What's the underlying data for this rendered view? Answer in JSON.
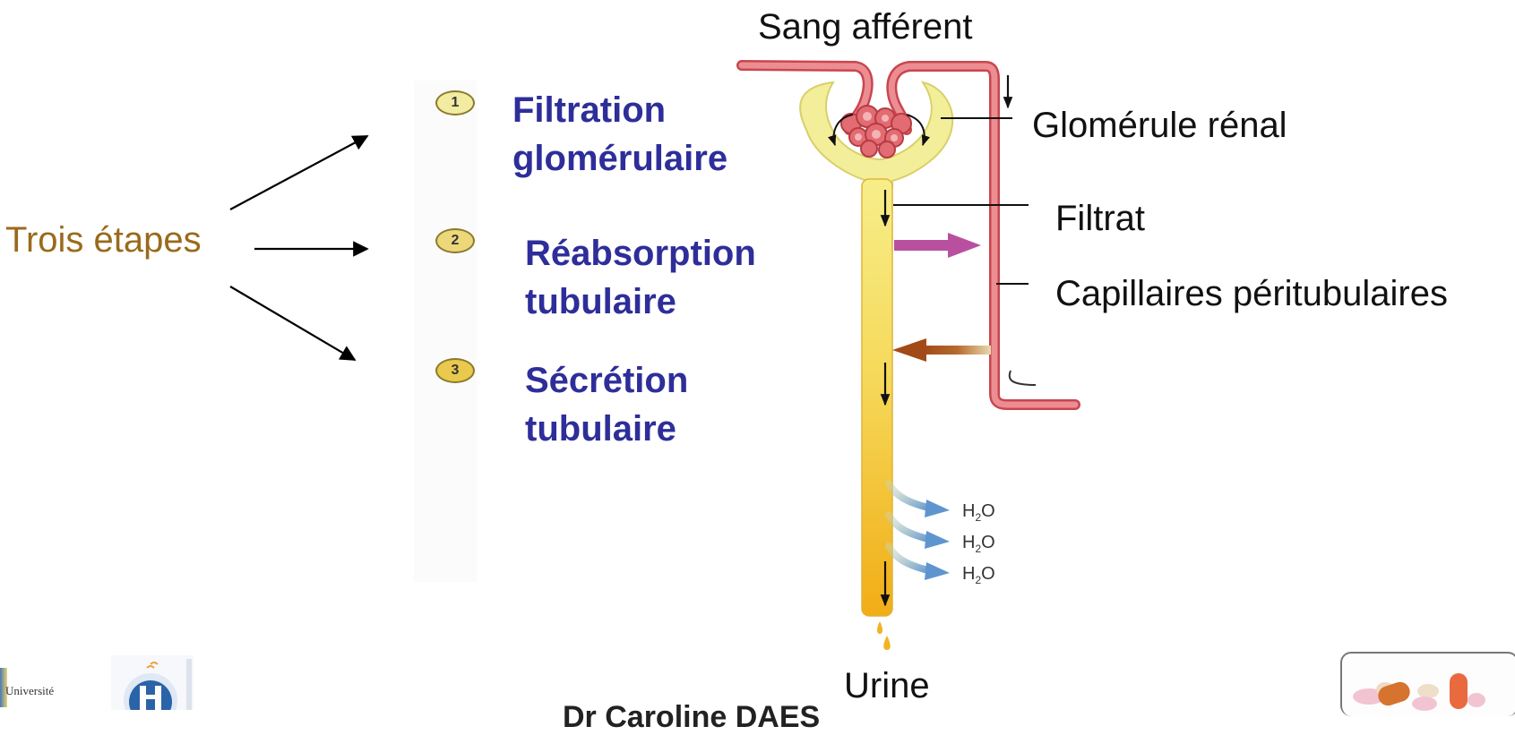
{
  "intro": {
    "text": "Trois étapes"
  },
  "steps": [
    {
      "number": "1",
      "line1": "Filtration",
      "line2": "glomérulaire",
      "badge_color": "#f1eca2"
    },
    {
      "number": "2",
      "line1": "Réabsorption",
      "line2": "tubulaire",
      "badge_color": "#ecd87a"
    },
    {
      "number": "3",
      "line1": "Sécrétion",
      "line2": "tubulaire",
      "badge_color": "#e9c94e"
    }
  ],
  "diagram": {
    "top_label": "Sang afférent",
    "labels": {
      "glomerule": "Glomérule rénal",
      "filtrat": "Filtrat",
      "capillaires": "Capillaires péritubulaires"
    },
    "water": [
      {
        "main": "H",
        "sub": "2",
        "end": "O"
      },
      {
        "main": "H",
        "sub": "2",
        "end": "O"
      },
      {
        "main": "H",
        "sub": "2",
        "end": "O"
      }
    ],
    "bottom_label": "Urine",
    "colors": {
      "vessel": "#e5737a",
      "vessel_edge": "#c9464f",
      "capsule": "#f3ee9a",
      "tubule_top": "#f7ea7a",
      "tubule_bottom": "#f3b31a",
      "reabsorption_arrow": "#b9509f",
      "secretion_arrow": "#a4521e",
      "water_arrow": "#6c9ccc",
      "step_text": "#2e2e9a",
      "intro_text": "#9a6a1c"
    }
  },
  "footer": {
    "author_partial": "Dr Caroline DAES",
    "university_logo_text": "Université"
  }
}
